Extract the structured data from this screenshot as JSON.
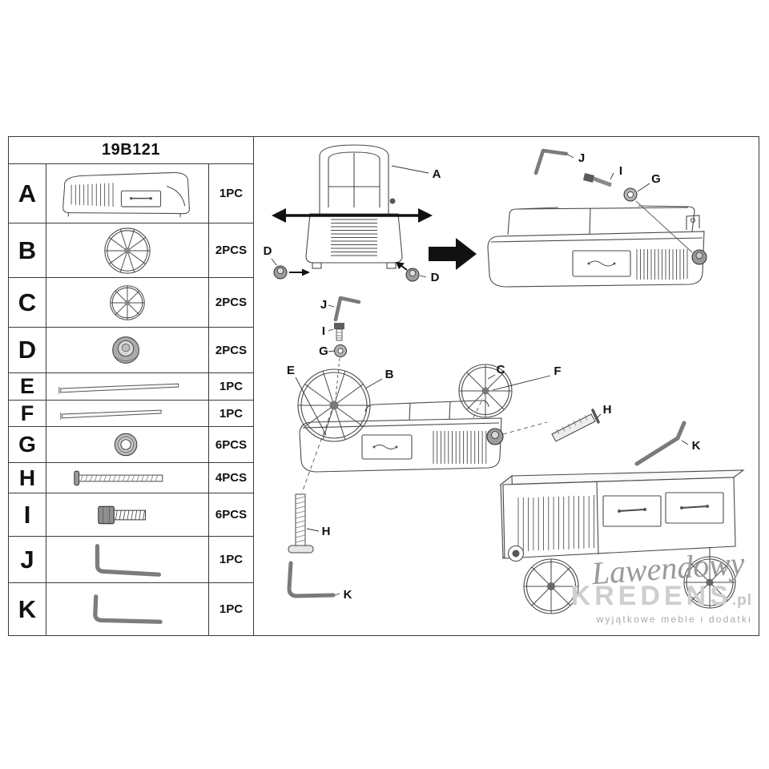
{
  "document": {
    "title": "19B121"
  },
  "parts": [
    {
      "letter": "A",
      "qty": "1PC",
      "icon": "cabinet-body"
    },
    {
      "letter": "B",
      "qty": "2PCS",
      "icon": "large-spoked-wheel"
    },
    {
      "letter": "C",
      "qty": "2PCS",
      "icon": "small-spoked-wheel"
    },
    {
      "letter": "D",
      "qty": "2PCS",
      "icon": "hub-cap"
    },
    {
      "letter": "E",
      "qty": "1PC",
      "icon": "long-axle-rod"
    },
    {
      "letter": "F",
      "qty": "1PC",
      "icon": "short-axle-rod"
    },
    {
      "letter": "G",
      "qty": "6PCS",
      "icon": "washer"
    },
    {
      "letter": "H",
      "qty": "4PCS",
      "icon": "long-bolt"
    },
    {
      "letter": "I",
      "qty": "6PCS",
      "icon": "short-bolt"
    },
    {
      "letter": "J",
      "qty": "1PC",
      "icon": "allen-key"
    },
    {
      "letter": "K",
      "qty": "1PC",
      "icon": "allen-key"
    }
  ],
  "diagram": {
    "step1": {
      "label_a": "A",
      "label_d_left": "D",
      "label_d_right": "D"
    },
    "step1_result": {
      "label_j": "J",
      "label_i": "I",
      "label_g": "G"
    },
    "step2": {
      "label_j": "J",
      "label_i": "I",
      "label_g": "G",
      "label_e": "E",
      "label_b": "B",
      "label_c": "C",
      "label_f": "F",
      "label_h_right": "H",
      "label_k_right": "K",
      "label_h_bottom": "H",
      "label_k_bottom": "K"
    }
  },
  "watermark": {
    "brand_script": "Lawendowy",
    "brand_main": "KREDENS",
    "brand_suffix": ".pl",
    "tagline": "wyjątkowe meble i dodatki"
  }
}
